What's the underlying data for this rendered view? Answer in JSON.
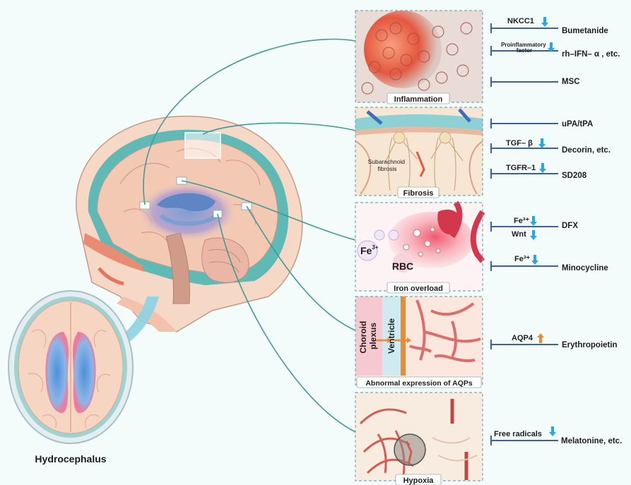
{
  "main_title": "Hydrocephalus",
  "panels": {
    "inflammation": "Inflammation",
    "fibrosis": "Fibrosis",
    "fibrosis_note": "Subarachnoid fibrosis",
    "iron": "Iron overload",
    "iron_fe": "Fe",
    "iron_fe_sup": "3+",
    "iron_rbc": "RBC",
    "aqp": "Abnormal expression of AQPs",
    "aqp_choroid": "Choroid plexus",
    "aqp_ventricle": "Ventricle",
    "hypoxia": "Hypoxia"
  },
  "targets": [
    {
      "marker": "NKCC1",
      "direction": "down",
      "drug": "Bumetanide"
    },
    {
      "marker": "Proinflammatory factor",
      "direction": "down",
      "drug": "rh–IFN– α , etc."
    },
    {
      "marker": "",
      "direction": "",
      "drug": "MSC"
    },
    {
      "marker": "",
      "direction": "",
      "drug": "uPA/tPA"
    },
    {
      "marker": "TGF– β",
      "direction": "down",
      "drug": "Decorin, etc."
    },
    {
      "marker": "TGFR–1",
      "direction": "down",
      "drug": "SD208"
    },
    {
      "marker": "Fe³⁺",
      "direction": "down",
      "drug": "DFX"
    },
    {
      "marker": "Wnt",
      "direction": "down",
      "drug": ""
    },
    {
      "marker": "Fe³⁺",
      "direction": "down",
      "drug": "Minocycline"
    },
    {
      "marker": "AQP4",
      "direction": "up",
      "drug": "Erythropoietin"
    },
    {
      "marker": "Free radicals",
      "direction": "down",
      "drug": "Melatonine, etc."
    }
  ],
  "colors": {
    "brain": "#f3c9b4",
    "ventricle": "#7d9fd0",
    "inflammation": "#e5573f",
    "connector": "#3f9c95",
    "inhibitor": "#3b5fa3",
    "down_arrow": "#2aa6e0",
    "up_arrow": "#ef8a2a"
  }
}
